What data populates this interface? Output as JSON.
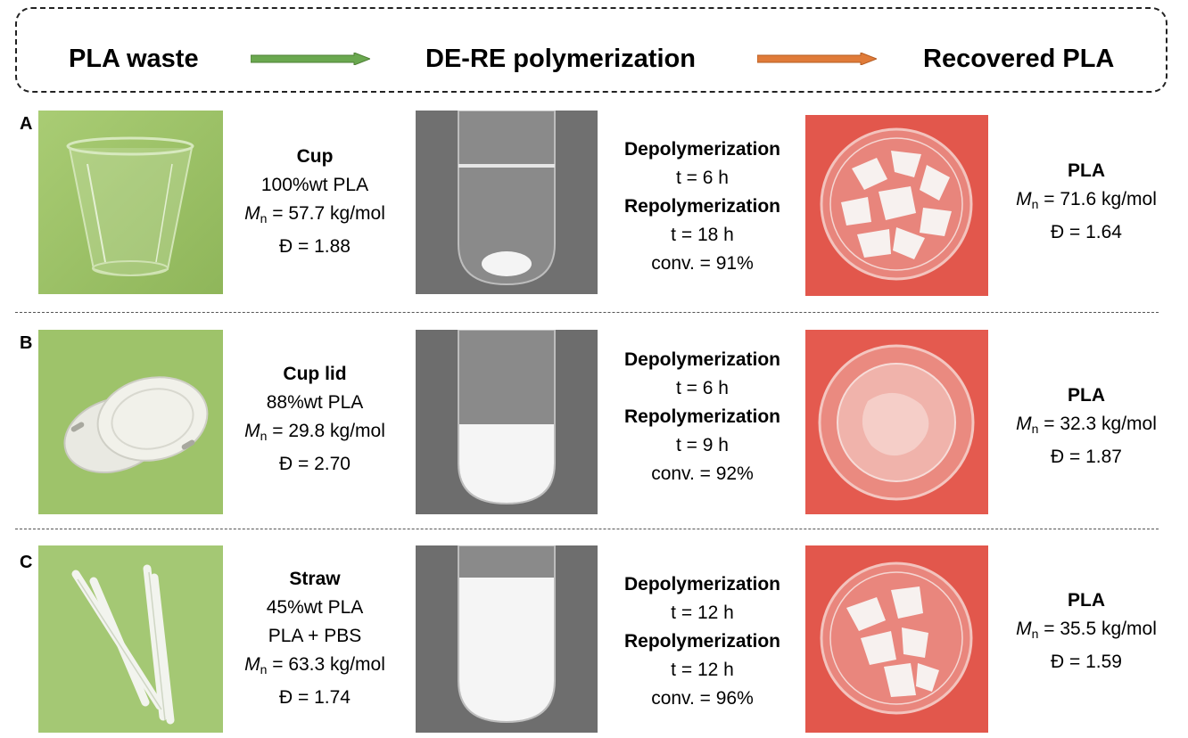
{
  "header": {
    "step1": "PLA waste",
    "step2": "DE-RE polymerization",
    "step3": "Recovered PLA",
    "arrow1_color": "#6aa84f",
    "arrow2_color": "#e07b39"
  },
  "colors": {
    "green_bg": "#9ec36a",
    "red_bg": "#e2574c",
    "tube_bg": "#6f6f6f"
  },
  "rows": [
    {
      "label": "A",
      "item": "Cup",
      "wt": "100%wt PLA",
      "extra": "",
      "mn_symbol": "M",
      "mn_sub": "n",
      "mn_value": " = 57.7 kg/mol",
      "dispersity": "Đ = 1.88",
      "depoly_label": "Depolymerization",
      "depoly_time": "t = 6 h",
      "repoly_label": "Repolymerization",
      "repoly_time": "t = 18 h",
      "conv": "conv. = 91%",
      "product": "PLA",
      "product_mn_value": " = 71.6 kg/mol",
      "product_dispersity": "Đ = 1.64",
      "tube_fill": 0.12
    },
    {
      "label": "B",
      "item": "Cup lid",
      "wt": "88%wt PLA",
      "extra": "",
      "mn_symbol": "M",
      "mn_sub": "n",
      "mn_value": " = 29.8 kg/mol",
      "dispersity": "Đ = 2.70",
      "depoly_label": "Depolymerization",
      "depoly_time": "t = 6 h",
      "repoly_label": "Repolymerization",
      "repoly_time": "t = 9 h",
      "conv": "conv. = 92%",
      "product": "PLA",
      "product_mn_value": " = 32.3 kg/mol",
      "product_dispersity": "Đ = 1.87",
      "tube_fill": 0.45
    },
    {
      "label": "C",
      "item": "Straw",
      "wt": "45%wt PLA",
      "extra": "PLA + PBS",
      "mn_symbol": "M",
      "mn_sub": "n",
      "mn_value": " = 63.3 kg/mol",
      "dispersity": "Đ = 1.74",
      "depoly_label": "Depolymerization",
      "depoly_time": "t = 12 h",
      "repoly_label": "Repolymerization",
      "repoly_time": "t = 12 h",
      "conv": "conv. = 96%",
      "product": "PLA",
      "product_mn_value": " = 35.5 kg/mol",
      "product_dispersity": "Đ = 1.59",
      "tube_fill": 0.82
    }
  ]
}
